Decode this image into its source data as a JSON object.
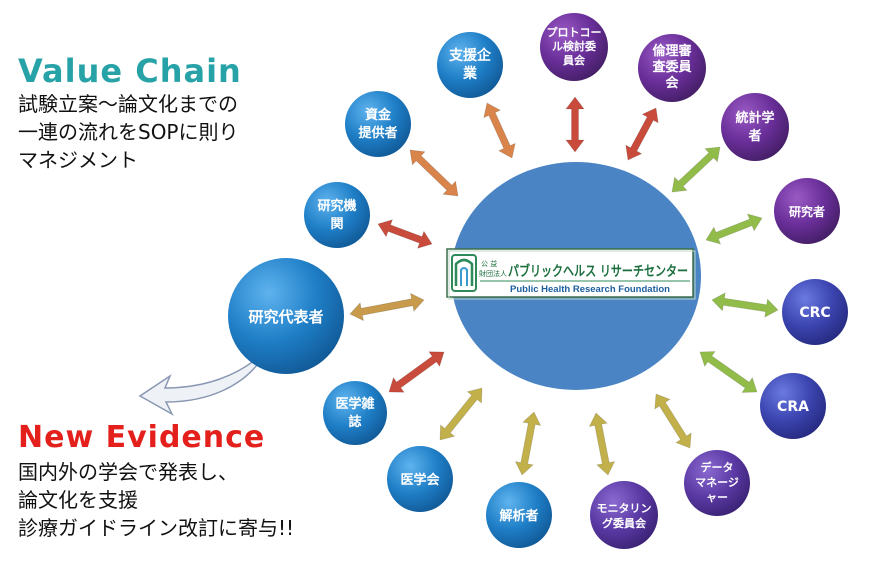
{
  "value_chain": {
    "title": "Value Chain",
    "lines": [
      "試験立案～論文化までの",
      "一連の流れをSOPに則り",
      "マネジメント"
    ]
  },
  "new_evidence": {
    "title": "New Evidence",
    "lines": [
      "国内外の学会で発表し、",
      "論文化を支援",
      "診療ガイドライン改訂に寄与!!"
    ]
  },
  "logo": {
    "badge_line1": "公 益",
    "badge_line2": "財団法人",
    "name_jp": "パブリックヘルス リサーチセンター",
    "name_en": "Public Health Research Foundation"
  },
  "nodes": {
    "support_company": {
      "lines": [
        "支援企",
        "業"
      ]
    },
    "protocol": {
      "lines": [
        "プロトコー",
        "ル検討委",
        "員会"
      ]
    },
    "ethics": {
      "lines": [
        "倫理審",
        "査委員",
        "会"
      ]
    },
    "statistician": {
      "lines": [
        "統計学",
        "者"
      ]
    },
    "researcher": {
      "lines": [
        "研究者"
      ]
    },
    "crc": {
      "lines": [
        "CRC"
      ]
    },
    "cra": {
      "lines": [
        "CRA"
      ]
    },
    "data_manager": {
      "lines": [
        "データ",
        "マネージ",
        "ャー"
      ]
    },
    "monitoring": {
      "lines": [
        "モニタリン",
        "グ委員会"
      ]
    },
    "analyst": {
      "lines": [
        "解析者"
      ]
    },
    "conference": {
      "lines": [
        "医学会"
      ]
    },
    "journal": {
      "lines": [
        "医学雑",
        "誌"
      ]
    },
    "pi": {
      "lines": [
        "研究代表者"
      ]
    },
    "institution": {
      "lines": [
        "研究機",
        "関"
      ]
    },
    "funding": {
      "lines": [
        "資金",
        "提供者"
      ]
    }
  },
  "colors": {
    "teal": "#27a3a8",
    "red": "#e3201b",
    "center_blue": "#4a84c4",
    "node_blue": "#1f78c0",
    "node_purple": "#5b3aa0",
    "node_violet": "#5a2f8a",
    "arrow_orange": "#d8844a",
    "arrow_red": "#c84b3c",
    "arrow_green": "#92bc4a",
    "arrow_olive": "#c2b04a",
    "arrow_tan": "#c79a4c"
  }
}
